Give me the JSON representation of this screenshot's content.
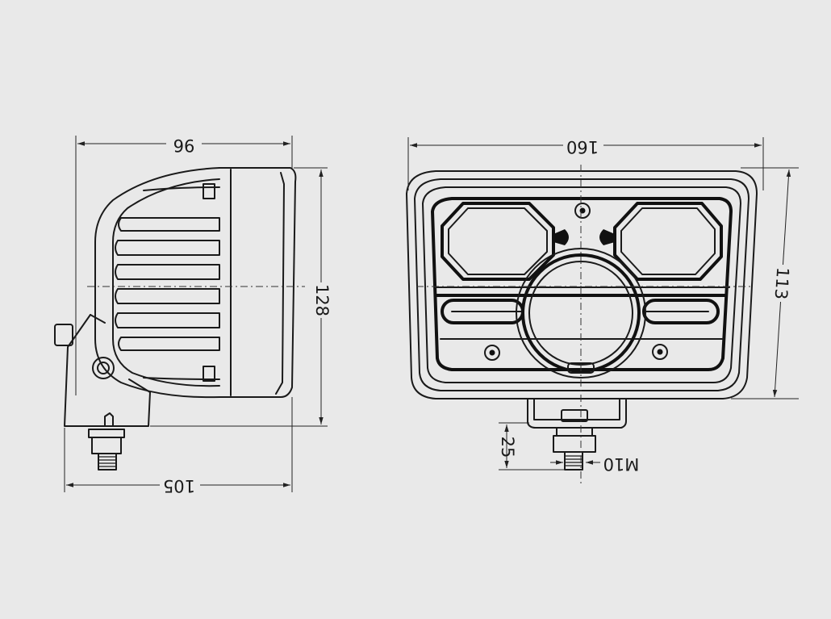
{
  "side_view": {
    "width_top": "96",
    "height": "128",
    "width_bottom": "105"
  },
  "front_view": {
    "width": "160",
    "height": "113",
    "bracket_offset": "25",
    "bolt_thread": "M10"
  }
}
